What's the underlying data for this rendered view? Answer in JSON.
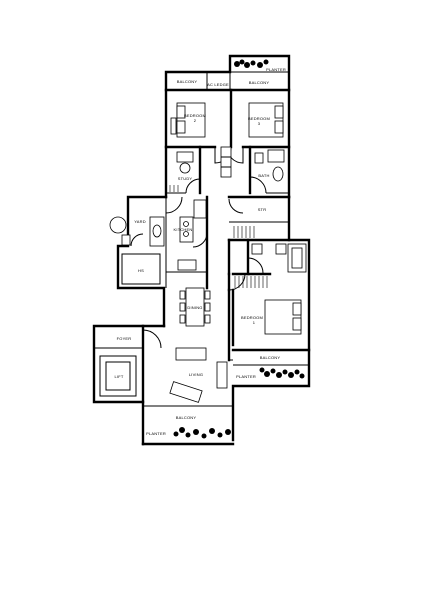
{
  "labels": {
    "balcony_top_left": "BALCONY",
    "ac_ledge": "AC LEDGE",
    "balcony_top_right": "BALCONY",
    "planter_top": "PLANTER",
    "bedroom_2_name": "BEDROOM",
    "bedroom_2_num": "2",
    "bedroom_3_name": "BEDROOM",
    "bedroom_3_num": "3",
    "study": "STUDY",
    "bath": "BATH",
    "yard": "YARD",
    "kitchen": "KITCHEN",
    "str": "STR",
    "hs": "HS",
    "dining": "DINING",
    "bedroom_1_name": "BEDROOM",
    "bedroom_1_num": "1",
    "foyer": "FOYER",
    "lift": "LIFT",
    "living": "LIVING",
    "balcony_right": "BALCONY",
    "planter_right": "PLANTER",
    "balcony_bottom": "BALCONY",
    "planter_bottom": "PLANTER"
  }
}
